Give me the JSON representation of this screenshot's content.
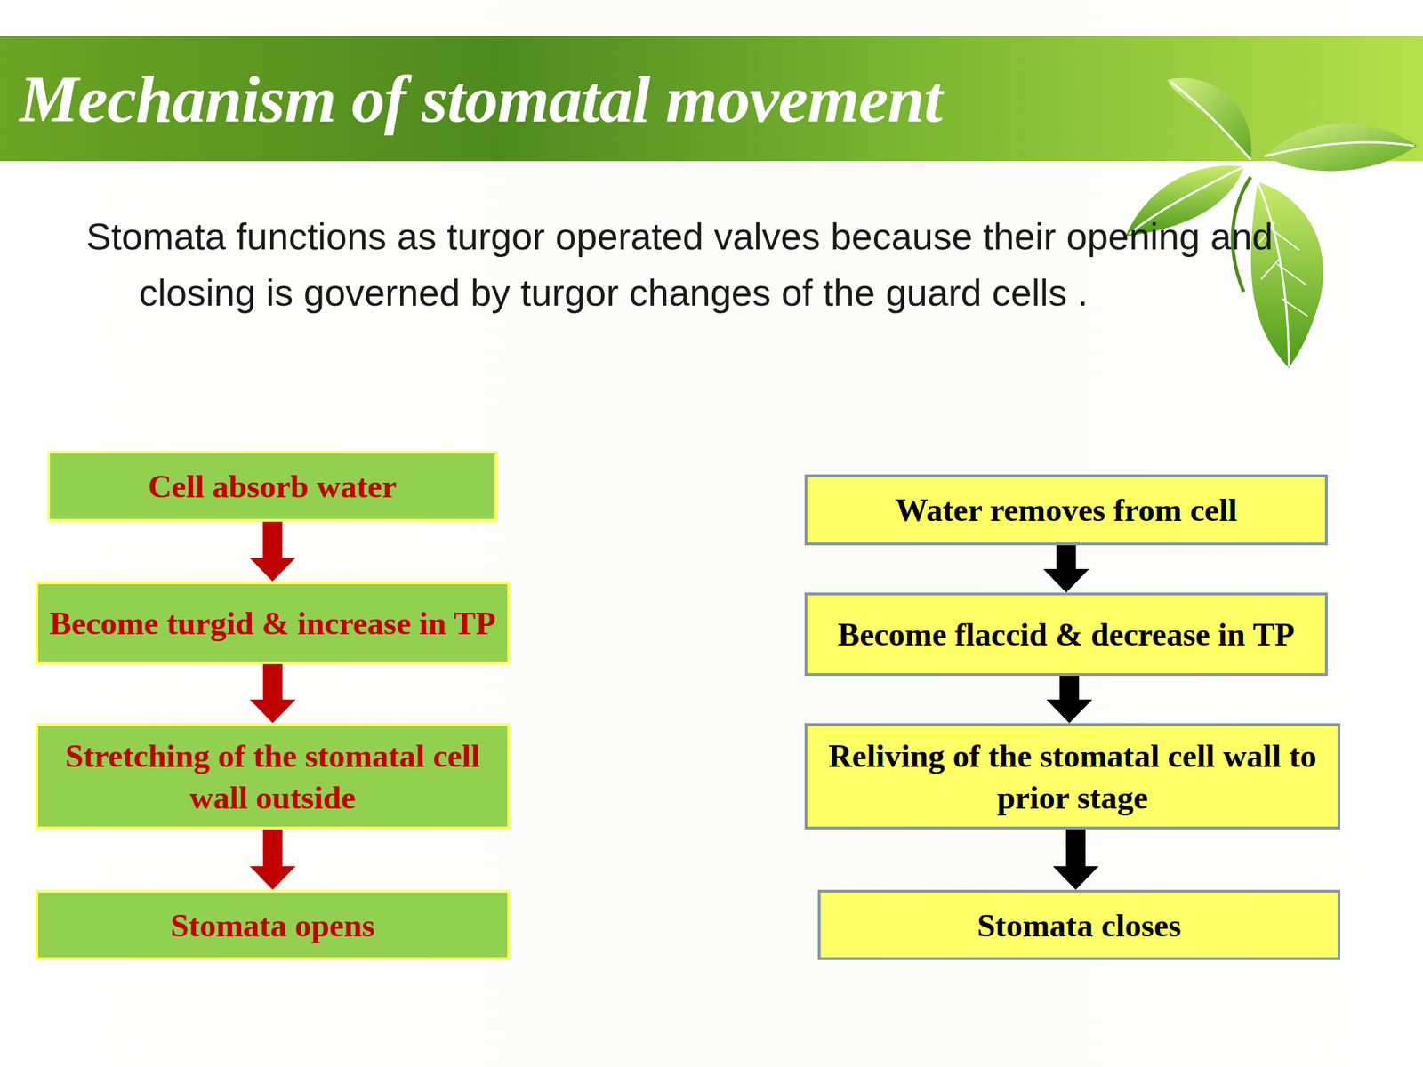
{
  "diagram": {
    "title": "Mechanism of stomatal movement",
    "nodes": [
      {
        "text": [
          "Cell absorb water"
        ]
      },
      {
        "text": [
          "Become turgid & increase in TP"
        ]
      },
      {
        "text": [
          "Stretching of the stomatal cell wall outside"
        ]
      },
      {
        "text": [
          "Stomata opens"
        ]
      },
      {
        "text": [
          "Water removes from cell"
        ]
      },
      {
        "text": [
          "Become flaccid & decrease in TP"
        ]
      },
      {
        "text": [
          "Reliving of the stomatal cell wall to prior stage"
        ]
      },
      {
        "text": [
          "Stomata closes"
        ]
      }
    ],
    "edges": [
      {
        "from": 0,
        "to": 1,
        "arrow": "to"
      },
      {
        "from": 1,
        "to": 2,
        "arrow": "to"
      },
      {
        "from": 2,
        "to": 3,
        "arrow": "to"
      },
      {
        "from": 4,
        "to": 5,
        "arrow": "to"
      },
      {
        "from": 5,
        "to": 6,
        "arrow": "to"
      },
      {
        "from": 6,
        "to": 7,
        "arrow": "to"
      }
    ],
    "labels": [
      "Stomata functions as turgor operated valves because their opening and closing is governed by turgor changes of the guard cells ."
    ]
  }
}
